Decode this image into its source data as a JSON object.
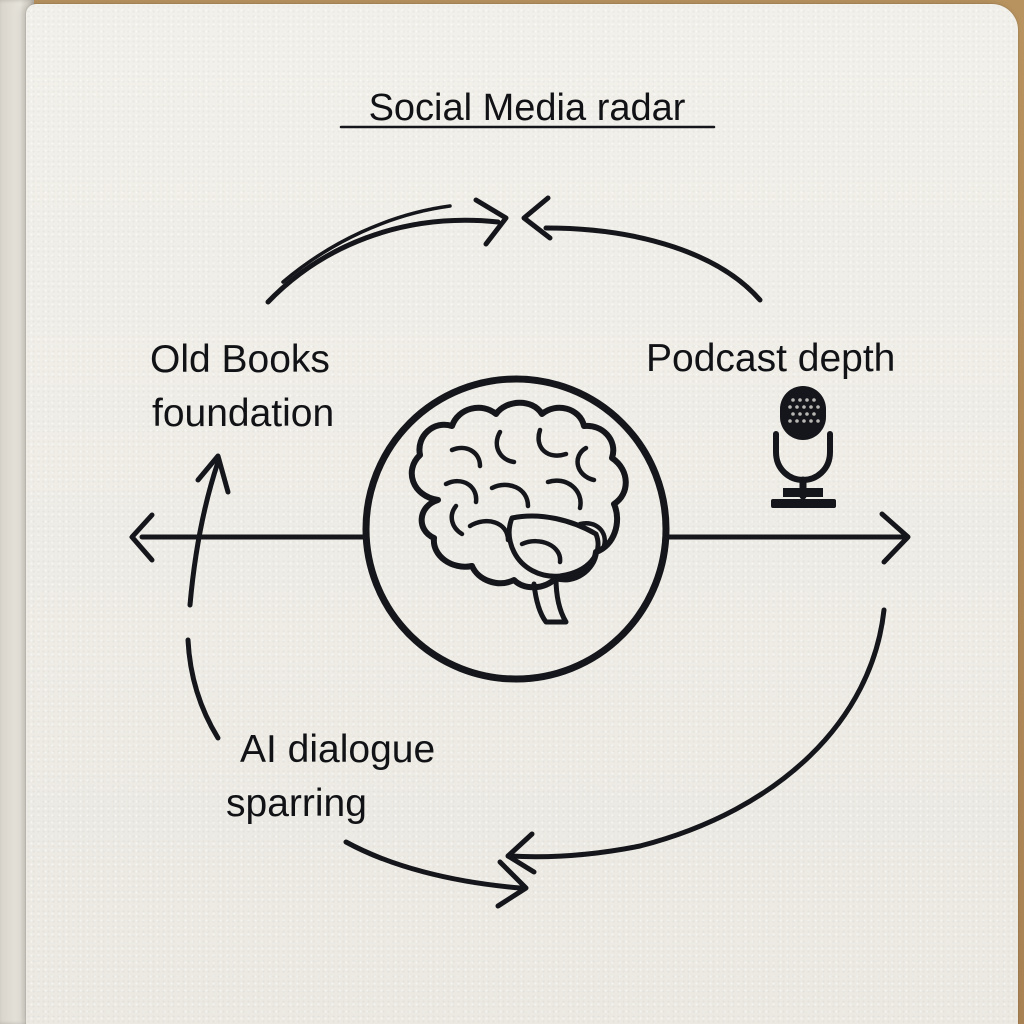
{
  "title": "Social Media radar",
  "nodes": {
    "left": {
      "line1": "Old Books",
      "line2": "foundation",
      "icon": "arrow-left-icon"
    },
    "right": {
      "line1": "Podcast depth",
      "icon": "microphone-icon"
    },
    "bottom": {
      "line1": "AI dialogue",
      "line2": "sparring"
    },
    "center": {
      "icon": "brain-icon"
    }
  },
  "colors": {
    "ink": "#15161b",
    "paper": "#efede7",
    "desk": "#b08a5e"
  }
}
